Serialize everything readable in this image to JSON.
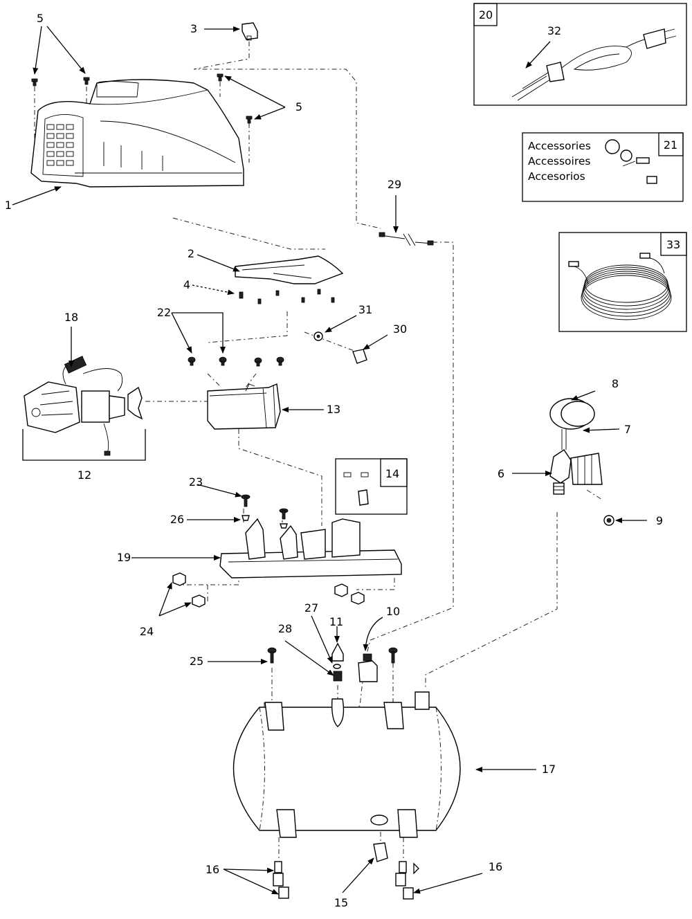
{
  "callouts": {
    "c1": "1",
    "c2": "2",
    "c3": "3",
    "c4": "4",
    "c5a": "5",
    "c5b": "5",
    "c6": "6",
    "c7": "7",
    "c8": "8",
    "c9": "9",
    "c10": "10",
    "c11": "11",
    "c12": "12",
    "c13": "13",
    "c14": "14",
    "c15": "15",
    "c16a": "16",
    "c16b": "16",
    "c17": "17",
    "c18": "18",
    "c19": "19",
    "c20": "20",
    "c21": "21",
    "c22": "22",
    "c23": "23",
    "c24": "24",
    "c25": "25",
    "c26": "26",
    "c27": "27",
    "c28": "28",
    "c29": "29",
    "c30": "30",
    "c31": "31",
    "c32": "32",
    "c33": "33"
  },
  "accessories_box": {
    "line1": "Accessories",
    "line2": "Accessoires",
    "line3": "Accesorios"
  }
}
